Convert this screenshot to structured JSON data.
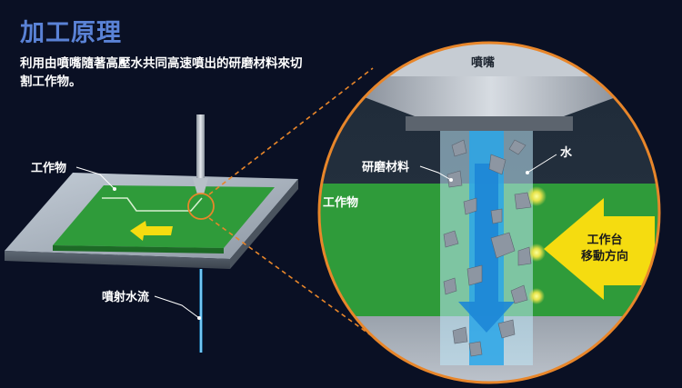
{
  "title": "加工原理",
  "description": "利用由噴嘴隨著高壓水共同高速噴出的研磨材料來切割工作物。",
  "labels": {
    "workpiece_left": "工作物",
    "jet": "噴射水流",
    "nozzle": "噴嘴",
    "abrasive": "研磨材料",
    "water": "水",
    "workpiece_right": "工作物",
    "table_move_line1": "工作台",
    "table_move_line2": "移動方向"
  },
  "colors": {
    "background": "#0a1024",
    "title": "#5a82d6",
    "workpiece_green": "#2f9b3a",
    "arrow_yellow": "#f5dc10",
    "water_blue": "#2aa6e8",
    "orange_outline": "#e8862a"
  }
}
